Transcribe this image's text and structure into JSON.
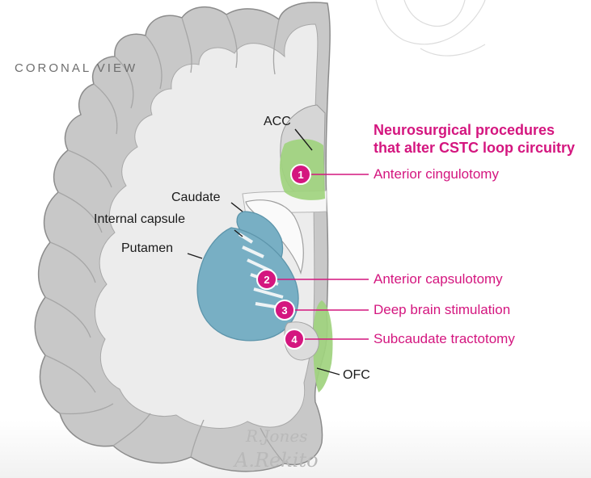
{
  "view_label": "CORONAL VIEW",
  "structure_labels": {
    "acc": "ACC",
    "caudate": "Caudate",
    "internal_capsule": "Internal capsule",
    "putamen": "Putamen",
    "ofc": "OFC"
  },
  "procedures": {
    "heading_line1": "Neurosurgical procedures",
    "heading_line2": "that alter CSTC loop circuitry",
    "items": [
      {
        "number": "1",
        "label": "Anterior cingulotomy"
      },
      {
        "number": "2",
        "label": "Anterior capsulotomy"
      },
      {
        "number": "3",
        "label": "Deep brain stimulation"
      },
      {
        "number": "4",
        "label": "Subcaudate tractotomy"
      }
    ]
  },
  "signatures": {
    "line1": "R.Jones",
    "line2": "A.Rekito"
  },
  "colors": {
    "accent": "#d4167f",
    "target_region": "#9fd37e",
    "striatum": "#78afc4",
    "gray_matter": "#c8c8c8",
    "white_matter": "#ececec"
  }
}
